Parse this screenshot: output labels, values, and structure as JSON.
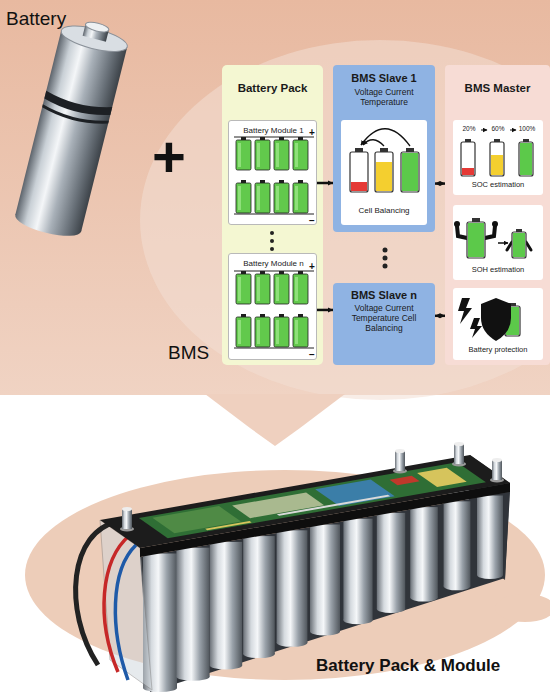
{
  "diagram": {
    "caption": "Battery Pack & Module",
    "nodes": [
      {
        "text": [
          "Battery Pack"
        ]
      },
      {
        "text": [
          "Battery Module 1"
        ],
        "in": 0
      },
      {
        "text": [
          "Battery Module n"
        ],
        "in": 0
      },
      {
        "text": [
          "BMS Slave 1",
          "Voltage Current Temperature"
        ]
      },
      {
        "text": [
          "Cell Balancing"
        ],
        "in": 3
      },
      {
        "text": [
          "BMS Slave n",
          "Voltage Current Temperature Cell Balancing"
        ]
      },
      {
        "text": [
          "BMS Master"
        ]
      },
      {
        "text": [
          "20%",
          "60%",
          "100%",
          "SOC estimation"
        ],
        "in": 6
      },
      {
        "text": [
          "SOH estimation"
        ],
        "in": 6
      },
      {
        "text": [
          "Battery protection"
        ],
        "in": 6
      }
    ],
    "edges": [
      {
        "from": 1,
        "to": 3,
        "arrow": "to"
      },
      {
        "from": 2,
        "to": 5,
        "arrow": "to"
      },
      {
        "from": 3,
        "to": 6,
        "arrow": "both"
      },
      {
        "from": 5,
        "to": 6,
        "arrow": "both"
      }
    ],
    "labels": [
      "Battery",
      "+",
      "BMS",
      "+",
      "−",
      "+",
      "−"
    ]
  }
}
